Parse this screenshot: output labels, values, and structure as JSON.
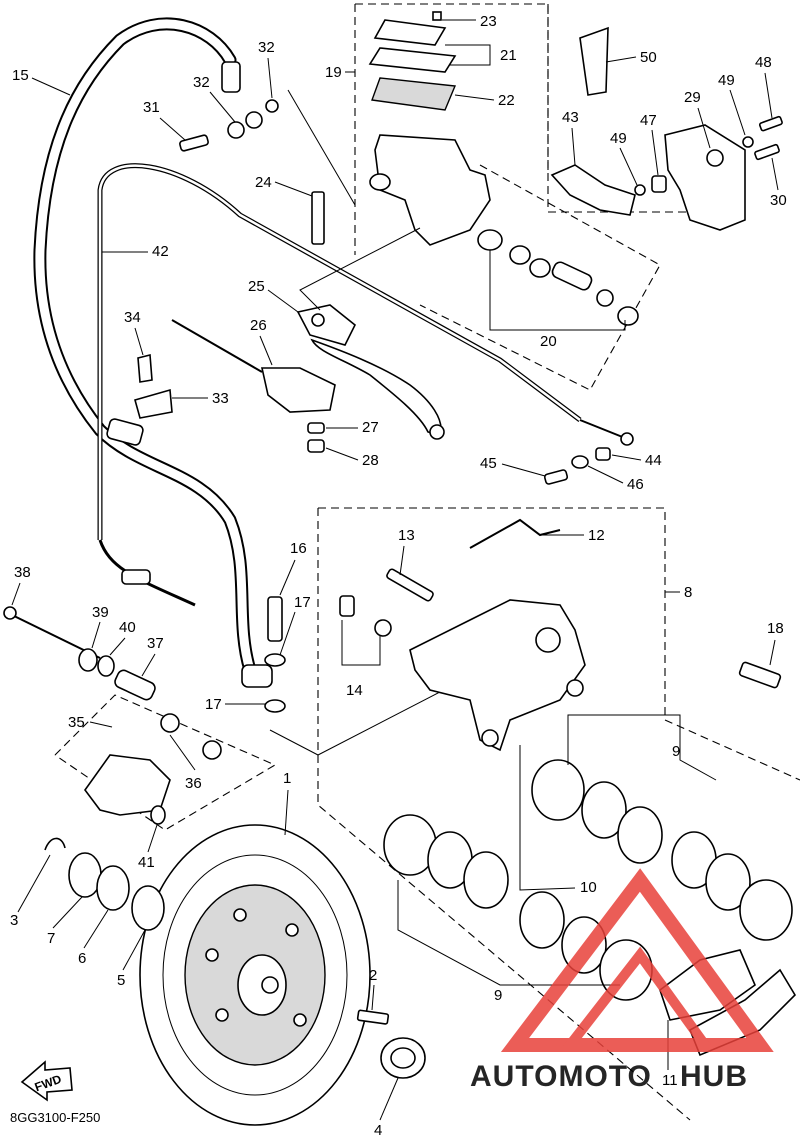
{
  "diagram": {
    "drawing_code": "8GG3100-F250",
    "fwd_label": "FWD",
    "callouts": [
      "1",
      "2",
      "3",
      "4",
      "5",
      "6",
      "7",
      "8",
      "9",
      "9",
      "10",
      "11",
      "12",
      "13",
      "14",
      "15",
      "16",
      "17",
      "17",
      "18",
      "19",
      "20",
      "21",
      "22",
      "23",
      "24",
      "25",
      "26",
      "27",
      "28",
      "29",
      "30",
      "31",
      "32",
      "32",
      "33",
      "34",
      "35",
      "36",
      "37",
      "38",
      "39",
      "40",
      "41",
      "42",
      "43",
      "44",
      "45",
      "46",
      "47",
      "48",
      "49",
      "49",
      "50"
    ]
  },
  "watermark": {
    "text_part1": "AUTOMOTO",
    "text_part2": "HUB",
    "color_part1": "#f0a060",
    "color_part2": "#8c8c8c",
    "logo_color": "#e8413a"
  }
}
